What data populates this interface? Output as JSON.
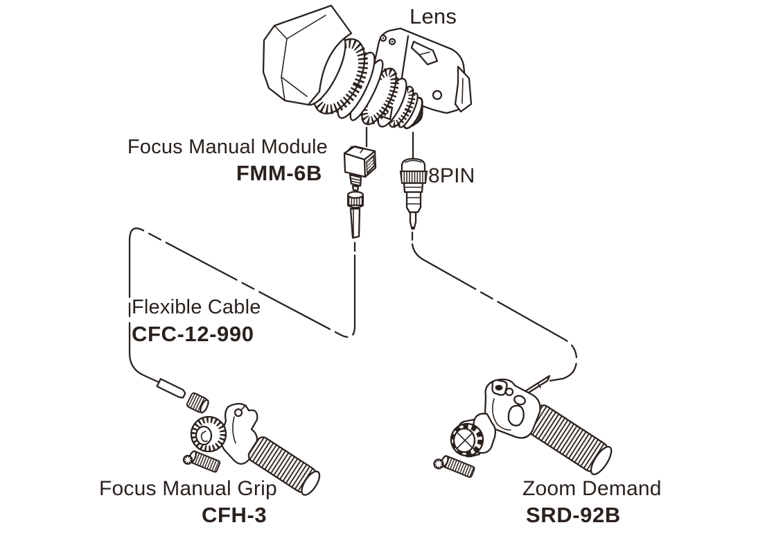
{
  "page": {
    "background": "#ffffff",
    "ink": "#2a211d"
  },
  "components": [
    {
      "id": "lens",
      "label": "Lens",
      "model": ""
    },
    {
      "id": "focus-manual-module",
      "label": "Focus Manual Module",
      "model": "FMM-6B"
    },
    {
      "id": "connector-8pin",
      "label": "8PIN",
      "model": ""
    },
    {
      "id": "flexible-cable",
      "label": "Flexible Cable",
      "model": "CFC-12-990"
    },
    {
      "id": "focus-manual-grip",
      "label": "Focus Manual Grip",
      "model": "CFH-3"
    },
    {
      "id": "zoom-demand",
      "label": "Zoom Demand",
      "model": "SRD-92B"
    }
  ]
}
